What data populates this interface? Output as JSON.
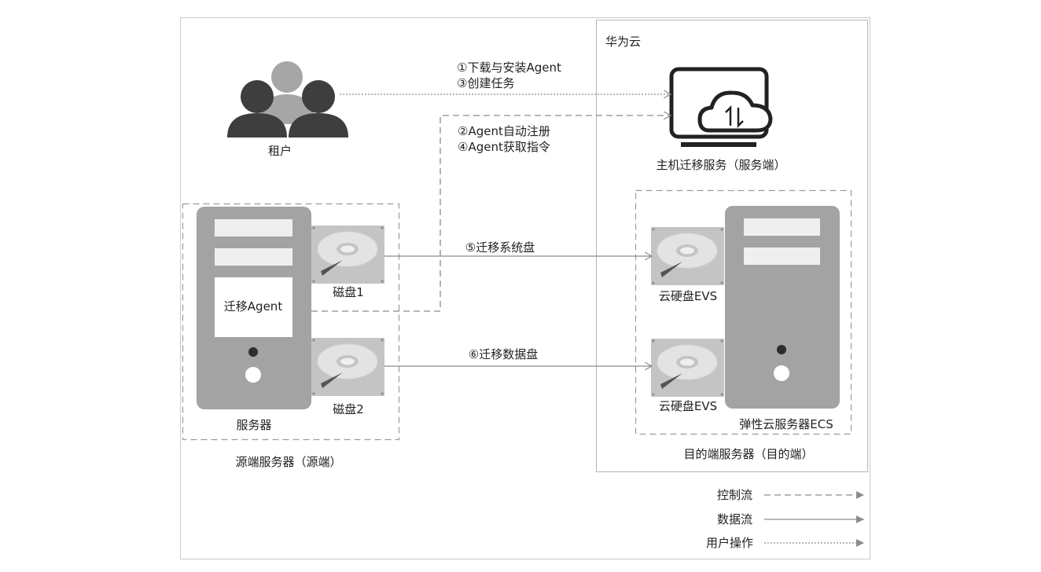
{
  "cloud_label": "华为云",
  "tenant_label": "租户",
  "service_label": "主机迁移服务（服务端）",
  "control_flow_lines": [
    "①下载与安装Agent",
    "③创建任务"
  ],
  "register_lines": [
    "②Agent自动注册",
    "④Agent获取指令"
  ],
  "migrate_system_disk": "⑤迁移系统盘",
  "migrate_data_disk": "⑥迁移数据盘",
  "source": {
    "agent_label": "迁移Agent",
    "disk1_label": "磁盘1",
    "disk2_label": "磁盘2",
    "server_label": "服务器",
    "group_label": "源端服务器（源端）"
  },
  "target": {
    "evs1_label": "云硬盘EVS",
    "evs2_label": "云硬盘EVS",
    "ecs_label": "弹性云服务器ECS",
    "group_label": "目的端服务器（目的端）"
  },
  "legend": {
    "control": "控制流",
    "data": "数据流",
    "user": "用户操作"
  },
  "colors": {
    "server_gray": "#a3a3a3",
    "disk_gray": "#c4c4c4",
    "people_dark": "#3c3c3c",
    "people_light": "#9a9a9a",
    "line_gray": "#8c8c8c"
  }
}
